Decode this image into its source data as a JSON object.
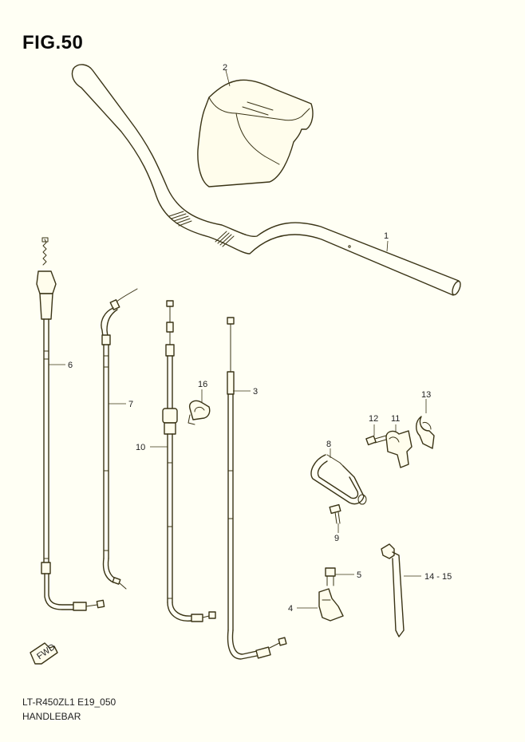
{
  "figure": {
    "title": "FIG.50",
    "code": "LT-R450ZL1 E19_050",
    "subtitle": "HANDLEBAR"
  },
  "callouts": {
    "c1": "1",
    "c2": "2",
    "c3": "3",
    "c4": "4",
    "c5": "5",
    "c6": "6",
    "c7": "7",
    "c8": "8",
    "c9": "9",
    "c10": "10",
    "c11": "11",
    "c12": "12",
    "c13": "13",
    "c14_15": "14 - 15",
    "c16": "16"
  },
  "arrow_label": "FWD",
  "colors": {
    "background": "#fffff4",
    "line": "#3a3416"
  }
}
